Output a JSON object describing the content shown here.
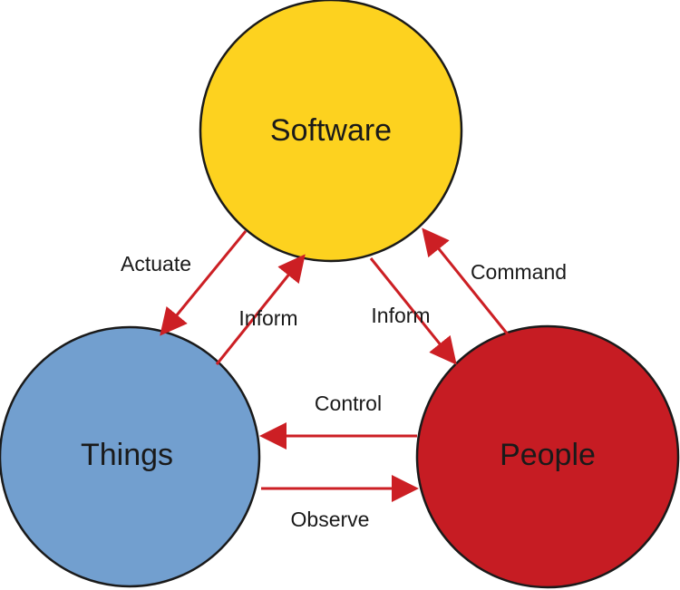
{
  "nodes": {
    "software": {
      "label": "Software",
      "color": "#fdd21f"
    },
    "things": {
      "label": "Things",
      "color": "#729fcf"
    },
    "people": {
      "label": "People",
      "color": "#c61c23"
    }
  },
  "edges": {
    "actuate": {
      "label": "Actuate",
      "from": "Software",
      "to": "Things"
    },
    "inform_things": {
      "label": "Inform",
      "from": "Things",
      "to": "Software"
    },
    "inform_people": {
      "label": "Inform",
      "from": "Software",
      "to": "People"
    },
    "command": {
      "label": "Command",
      "from": "People",
      "to": "Software"
    },
    "control": {
      "label": "Control",
      "from": "People",
      "to": "Things"
    },
    "observe": {
      "label": "Observe",
      "from": "Things",
      "to": "People"
    }
  },
  "colors": {
    "arrow": "#cc1f24",
    "outline": "#1a1a1a",
    "text": "#1a1a1a",
    "background": "#ffffff"
  }
}
